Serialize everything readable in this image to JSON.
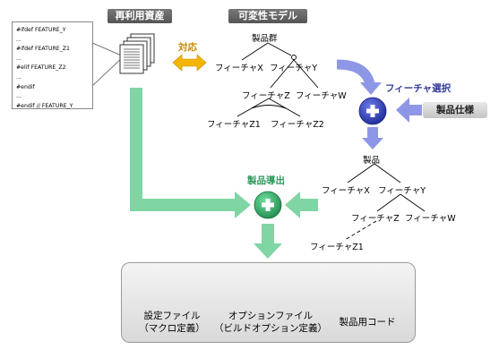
{
  "headers": {
    "reuse_assets": "再利用資産",
    "variability_model": "可変性モデル"
  },
  "code_lines": [
    "#ifdef FEATURE_Y",
    "...",
    "#ifdef FEATURE_Z1",
    "...",
    "#elif FEATURE_Z2",
    "...",
    "#endif",
    "...",
    "#endif  // FEATURE_Y"
  ],
  "labels": {
    "correspondence": "対応",
    "feature_selection": "フィーチャ選択",
    "product_spec": "製品仕様",
    "product_derivation": "製品導出"
  },
  "model_tree": {
    "root": "製品群",
    "x": "フィーチャX",
    "y": "フィーチャY",
    "z": "フィーチャZ",
    "w": "フィーチャW",
    "z1": "フィーチャZ1",
    "z2": "フィーチャZ2"
  },
  "product_tree": {
    "root": "製品",
    "x": "フィーチャX",
    "y": "フィーチャY",
    "z": "フィーチャZ",
    "w": "フィーチャW",
    "z1": "フィーチャZ1"
  },
  "outputs": {
    "config_file_line1": "設定ファイル",
    "config_file_line2": "（マクロ定義）",
    "option_file_line1": "オプションファイル",
    "option_file_line2": "（ビルドオプション定義）",
    "product_code": "製品用コード"
  },
  "colors": {
    "green": "#5cc88c",
    "blue": "#8e97e6",
    "gold": "#f0b400"
  },
  "icons": [
    "document-icon",
    "document-stack-icon",
    "plus-circle-icon",
    "arrow-icon"
  ]
}
